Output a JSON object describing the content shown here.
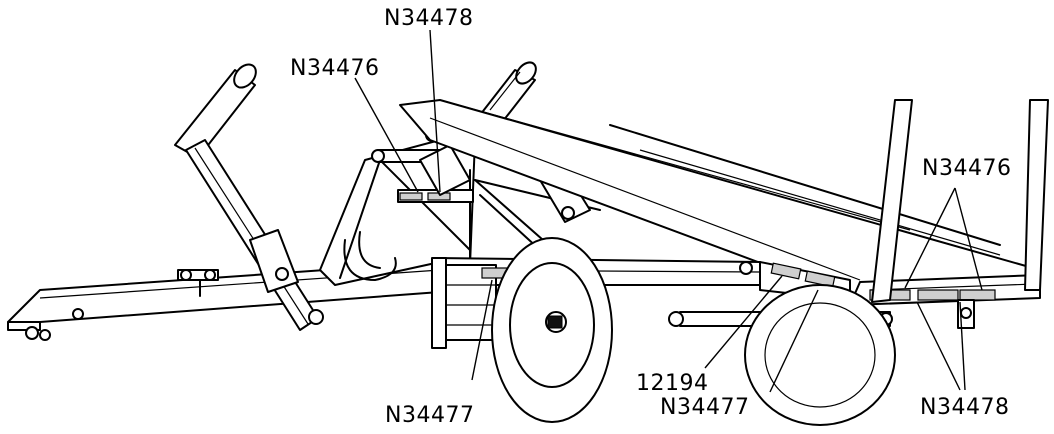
{
  "callouts": {
    "top_left_n34476": "N34476",
    "top_center_n34478": "N34478",
    "right_n34476": "N34476",
    "bottom_12194": "12194",
    "bottom_left_n34477": "N34477",
    "bottom_center_n34477": "N34477",
    "bottom_right_n34478": "N34478"
  }
}
